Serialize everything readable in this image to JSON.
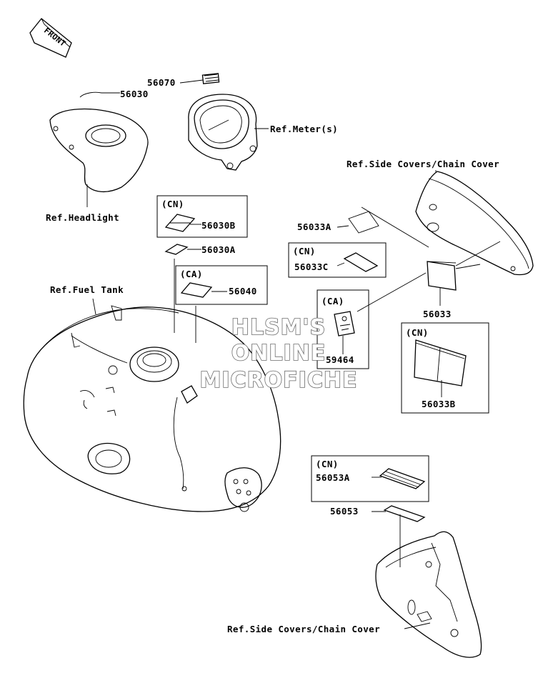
{
  "front_badge": "FRONT",
  "labels": {
    "p56070": "56070",
    "p56030": "56030",
    "ref_meter": "Ref.Meter(s)",
    "ref_headlight": "Ref.Headlight",
    "ref_side_covers_top": "Ref.Side Covers/Chain Cover",
    "ref_side_covers_bottom": "Ref.Side Covers/Chain Cover",
    "ref_fuel_tank": "Ref.Fuel Tank",
    "p56030B": "56030B",
    "p56030A": "56030A",
    "p56040": "56040",
    "p56033A": "56033A",
    "p56033C": "56033C",
    "p56033": "56033",
    "p56033B": "56033B",
    "p59464": "59464",
    "p56053A": "56053A",
    "p56053": "56053"
  },
  "boxes": {
    "cn_56030B": "(CN)",
    "ca_56040": "(CA)",
    "cn_56033C": "(CN)",
    "ca_59464": "(CA)",
    "cn_56033B": "(CN)",
    "cn_56053A": "(CN)"
  },
  "watermark": {
    "line1": "HLSM'S",
    "line2": "ONLINE",
    "line3": "MICROFICHE"
  }
}
